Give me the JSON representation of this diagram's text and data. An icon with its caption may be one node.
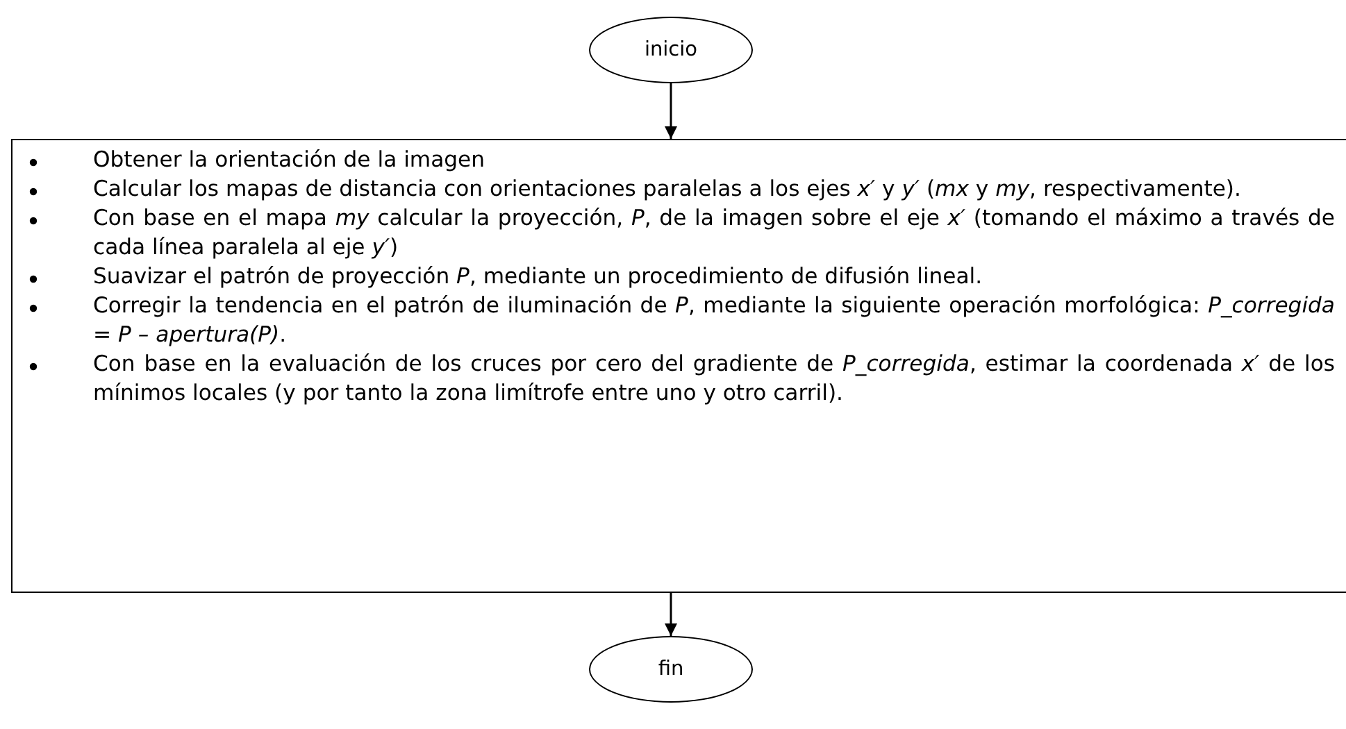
{
  "diagram": {
    "nodes": [
      {
        "text": [
          "inicio"
        ]
      },
      {
        "text": [
          "Obtener la orientación de la imagen",
          "Calcular los mapas de distancia con orientaciones paralelas a los ejes *x′* y *y′* (*mx* y *my*, respectivamente).",
          "Con base en el mapa *my* calcular la proyección, *P*, de la imagen sobre el eje *x′* (tomando el máximo a través de cada línea paralela al eje *y′*)",
          "Suavizar el patrón de proyección *P*, mediante un procedimiento de difusión lineal.",
          "Corregir la tendencia en el patrón de iluminación de *P*, mediante la siguiente operación morfológica: *P_corregida = P – apertura(P)*.",
          "Con base en la evaluación de los cruces por cero del gradiente de *P_corregida*, estimar la coordenada *x′* de los mínimos locales (y por tanto la zona limítrofe entre uno y otro carril)."
        ]
      },
      {
        "text": [
          "fin"
        ]
      }
    ],
    "edges": [
      {
        "from": 0,
        "to": 1,
        "arrow": "to"
      },
      {
        "from": 1,
        "to": 2,
        "arrow": "to"
      }
    ]
  }
}
